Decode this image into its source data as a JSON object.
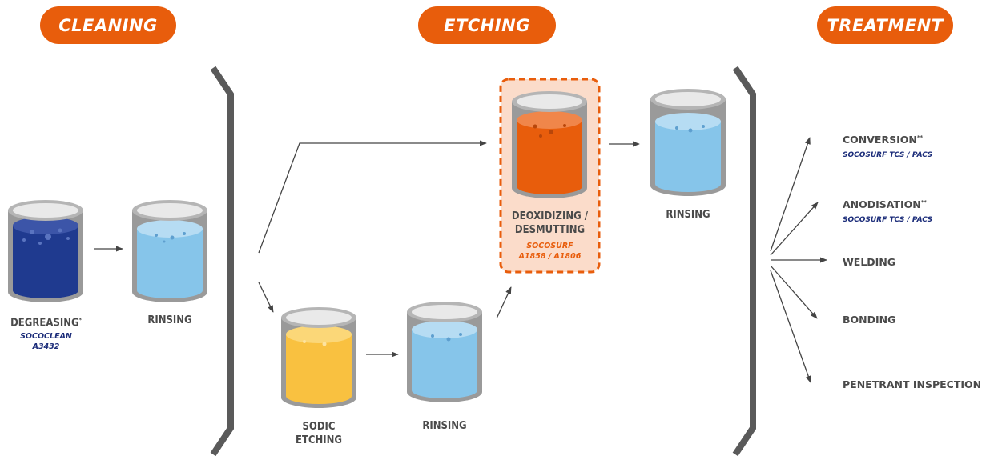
{
  "stages": {
    "cleaning": "CLEANING",
    "etching": "ETCHING",
    "treatment": "TREATMENT"
  },
  "cleaning": {
    "degreasing": {
      "label": "DEGREASING",
      "mark": "*",
      "product_line1": "SOCOCLEAN",
      "product_line2": "A3432"
    },
    "rinsing": "RINSING"
  },
  "etching": {
    "sodic_line1": "SODIC",
    "sodic_line2": "ETCHING",
    "rinsing_lower": "RINSING",
    "deox_line1": "DEOXIDIZING /",
    "deox_line2": "DESMUTTING",
    "deox_product_line1": "SOCOSURF",
    "deox_product_line2": "A1858 / A1806",
    "rinsing_upper": "RINSING"
  },
  "treatment": {
    "conversion": {
      "label": "CONVERSION",
      "mark": "**",
      "product": "SOCOSURF TCS / PACS"
    },
    "anodisation": {
      "label": "ANODISATION",
      "mark": "**",
      "product": "SOCOSURF TCS / PACS"
    },
    "welding": "WELDING",
    "bonding": "BONDING",
    "penetrant": "PENETRANT INSPECTION"
  },
  "colors": {
    "accent": "#e85d0c",
    "degrease_liquid": "#1f3a8f",
    "rinse_liquid": "#86c5ea",
    "sodic_liquid": "#f9c140",
    "deox_liquid": "#e85d0c",
    "tank_rim": "#8f8f8f",
    "divider": "#5a5a5a",
    "product_text": "#1c2d7a"
  }
}
